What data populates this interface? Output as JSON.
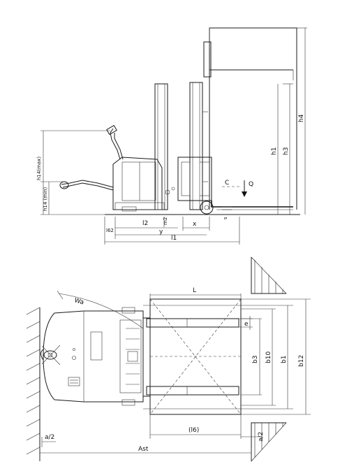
{
  "side_view": {
    "labels": {
      "h14_max": "h14(max)",
      "h14_min": "h14 (min)",
      "h4": "h4",
      "h3": "h3",
      "h1": "h1",
      "c": "C",
      "q": "Q",
      "s": "s",
      "x": "x",
      "m2": "m2",
      "l2": "l2",
      "l1": "l1",
      "y": "y",
      "l_62": "l62"
    }
  },
  "top_view": {
    "labels": {
      "l": "L",
      "wa": "Wa",
      "e": "e",
      "b3": "b3",
      "b10": "b10",
      "b1": "b1",
      "b12": "b12",
      "l6": "(l6)",
      "a_half_left": "a/2",
      "a_half_right": "a/2",
      "ast": "Ast"
    }
  }
}
